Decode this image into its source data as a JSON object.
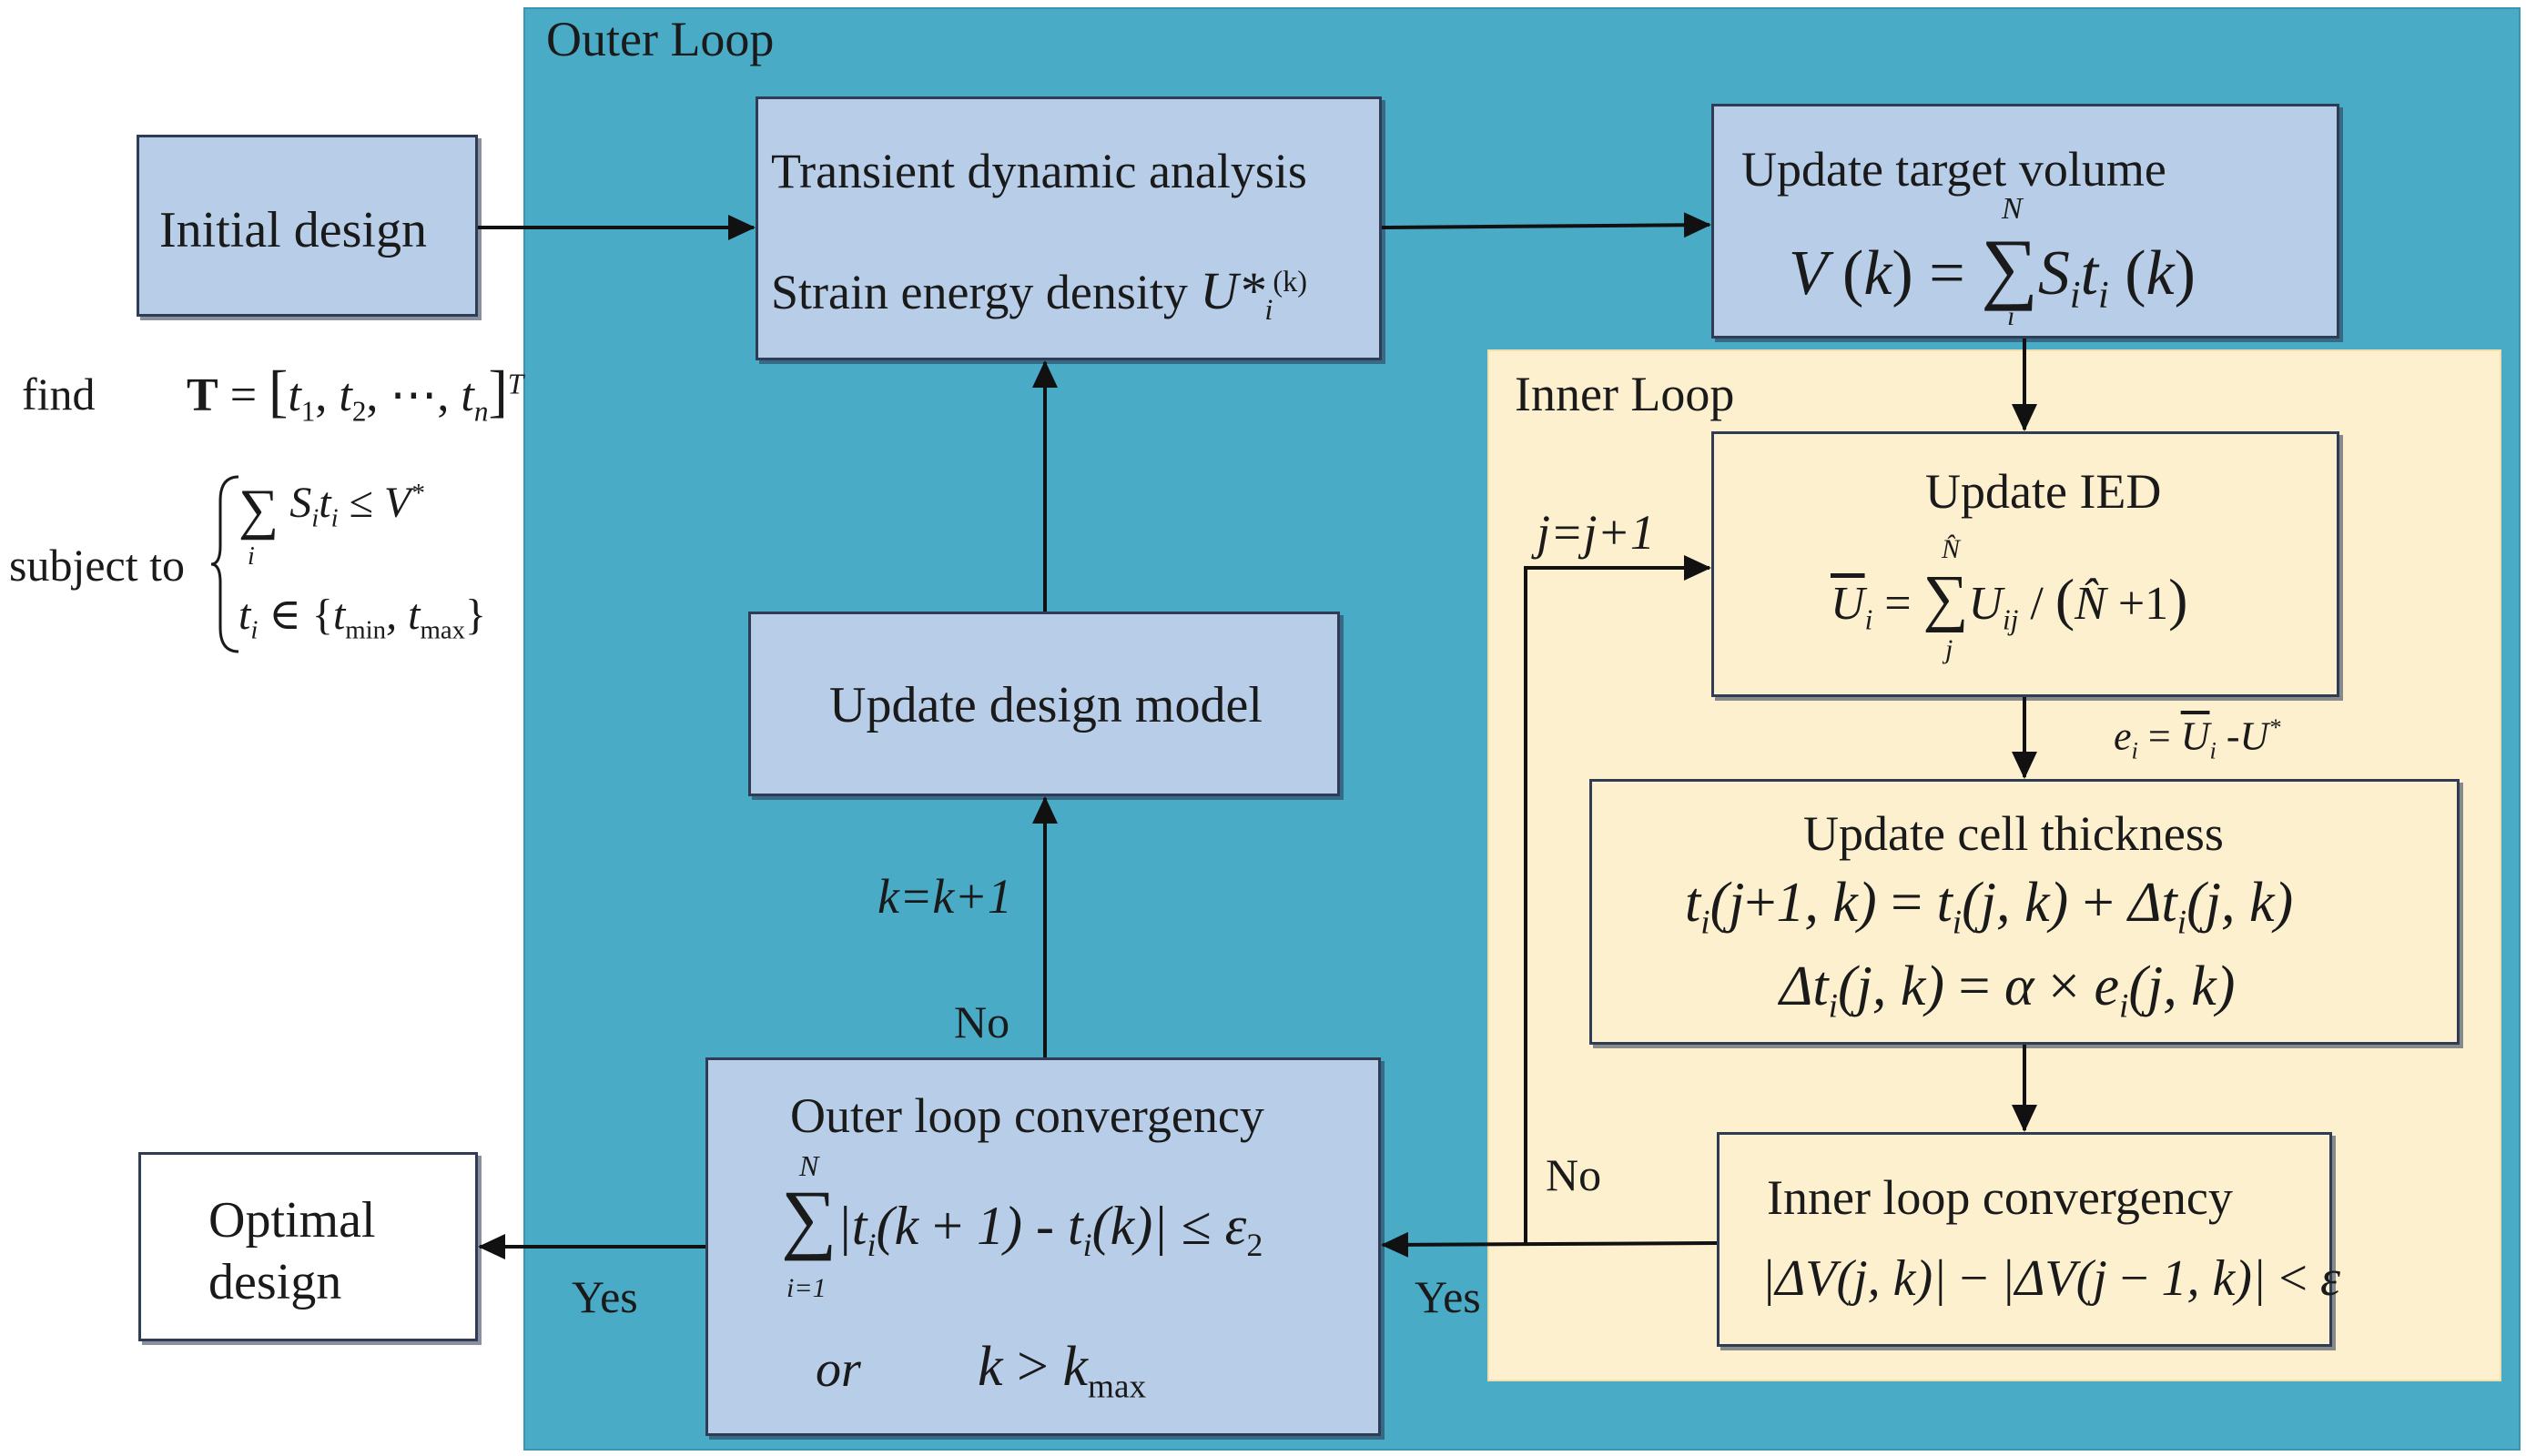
{
  "regions": {
    "outer_loop": "Outer Loop",
    "inner_loop": "Inner Loop"
  },
  "boxes": {
    "initial_design": "Initial design",
    "transient_line1": "Transient dynamic analysis",
    "transient_line2": "Strain energy density",
    "transient_symbol": "U*",
    "transient_sub": "i",
    "transient_sup": "(k)",
    "update_target_volume": "Update target volume",
    "update_design_model": "Update design model",
    "update_ied": "Update IED",
    "update_cell_thickness": "Update cell thickness",
    "inner_loop_convergency": "Inner loop convergency",
    "outer_loop_convergency": "Outer loop convergency",
    "optimal_design_line1": "Optimal",
    "optimal_design_line2": "design"
  },
  "problem": {
    "find_label": "find",
    "subject_to_label": "subject to"
  },
  "labels": {
    "k_update": "k=k+1",
    "j_update": "j=j+1",
    "no_outer": "No",
    "no_inner": "No",
    "yes_outer": "Yes",
    "yes_inner": "Yes",
    "or_word": "or",
    "error_def": "e_i = Ū_i - U*"
  },
  "colors": {
    "outer_region": "#4aabc6",
    "inner_region": "#fdf0cf",
    "box_blue": "#b8cde8",
    "box_cream": "#fdf0cf",
    "arrow": "#111111"
  }
}
